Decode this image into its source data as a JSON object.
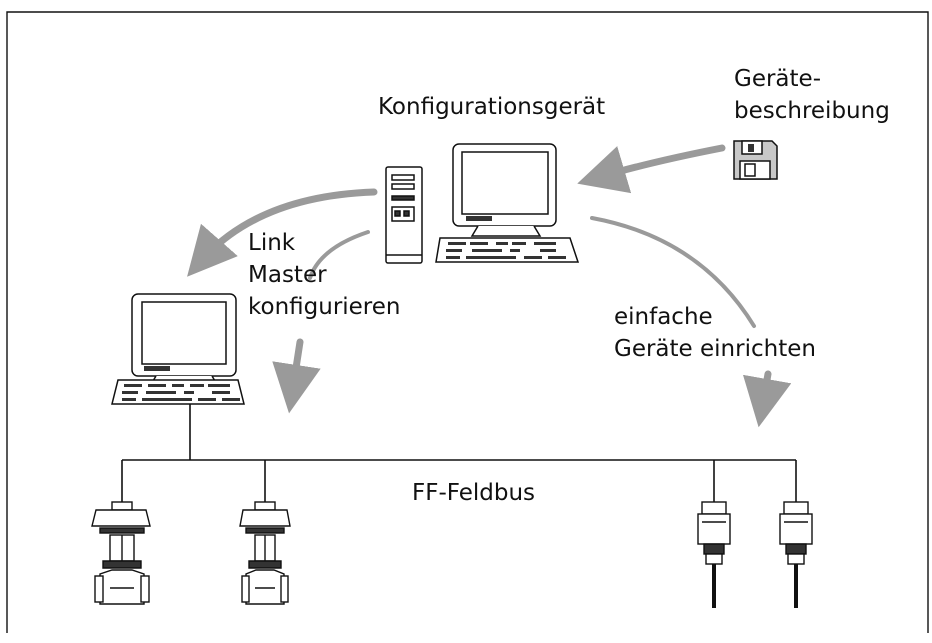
{
  "labels": {
    "config_device": "Konfigurationsgerät",
    "device_description_line1": "Geräte-",
    "device_description_line2": "beschreibung",
    "link_line1": "Link",
    "link_line2": "Master",
    "link_line3": "konfigurieren",
    "simple_line1": "einfache",
    "simple_line2": "Geräte einrichten",
    "fieldbus": "FF-Feldbus"
  },
  "icons": {
    "config_computer": "desktop-computer-with-tower-icon",
    "link_master_computer": "desktop-computer-icon",
    "device_description_disk": "floppy-disk-icon",
    "valves": "control-valve-icon",
    "transmitters": "transmitter-sensor-icon"
  },
  "colors": {
    "line": "#111111",
    "arrow_fill": "#9a9a9a",
    "screen": "#ffffff",
    "device_dark": "#2a2a2a",
    "background": "#ffffff"
  }
}
